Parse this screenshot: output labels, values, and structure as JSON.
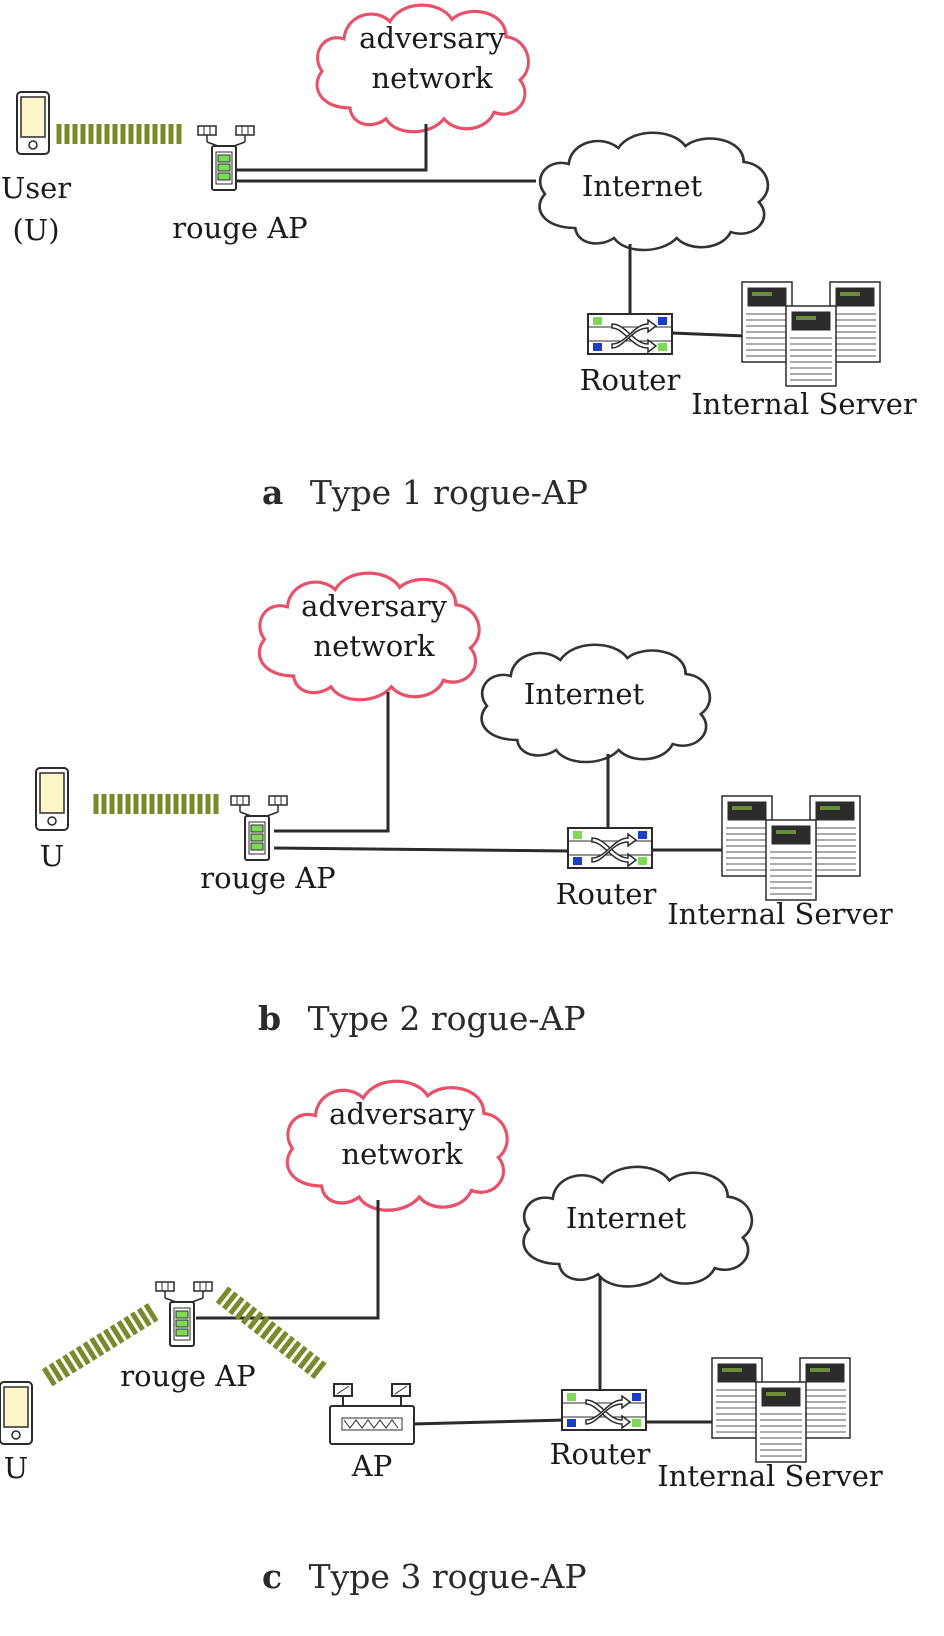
{
  "panels": [
    {
      "id": "a",
      "letter": "a",
      "caption": "Type 1 rogue-AP",
      "user_label_line1": "User",
      "user_label_line2": "(U)",
      "rogue_ap_label": "rouge AP",
      "adversary_line1": "adversary",
      "adversary_line2": "network",
      "internet_label": "Internet",
      "router_label": "Router",
      "server_label": "Internal Server"
    },
    {
      "id": "b",
      "letter": "b",
      "caption": "Type 2 rogue-AP",
      "user_label": "U",
      "rogue_ap_label": "rouge AP",
      "adversary_line1": "adversary",
      "adversary_line2": "network",
      "internet_label": "Internet",
      "router_label": "Router",
      "server_label": "Internal Server"
    },
    {
      "id": "c",
      "letter": "c",
      "caption": "Type 3 rogue-AP",
      "user_label": "U",
      "rogue_ap_label": "rouge AP",
      "ap_label": "AP",
      "adversary_line1": "adversary",
      "adversary_line2": "network",
      "internet_label": "Internet",
      "router_label": "Router",
      "server_label": "Internal Server"
    }
  ],
  "colors": {
    "adversary_outline": "#e8516a",
    "wifi_signal": "#7a8a2a",
    "phone_fill": "#fdf6c8",
    "led_green": "#7ed957",
    "port_blue": "#1a3ec8"
  },
  "icons": [
    "phone-icon",
    "rogue-ap-icon",
    "router-icon",
    "server-icon",
    "access-point-icon",
    "cloud-icon"
  ]
}
